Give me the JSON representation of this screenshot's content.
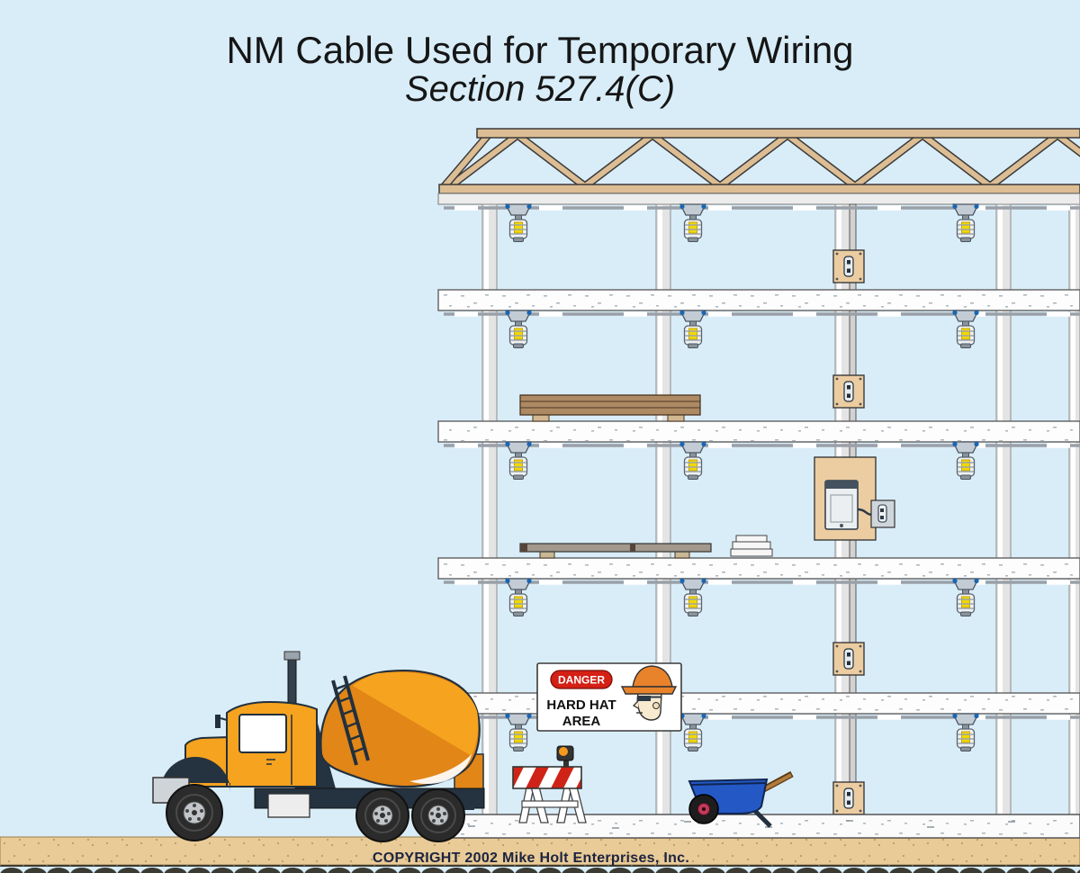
{
  "title": {
    "line1": "NM Cable Used for Temporary Wiring",
    "line2": "Section 527.4(C)"
  },
  "sign": {
    "danger": "DANGER",
    "line1": "HARD HAT",
    "line2": "AREA"
  },
  "footer": {
    "copyright": "COPYRIGHT 2002  Mike Holt Enterprises, Inc."
  },
  "colors": {
    "background": "#d9edf8",
    "truss_wood": "#dcbd94",
    "truck_orange": "#f6a31f",
    "truck_orange_shade": "#e28618",
    "sign_red": "#d42015",
    "hard_hat_orange": "#e8832c",
    "ground_tan": "#e9cb97",
    "bulb_yellow": "#f2d800",
    "wheelbarrow_blue": "#2458c5",
    "slab_white": "#fdfdfd",
    "outline_dark": "#2c3a48"
  }
}
